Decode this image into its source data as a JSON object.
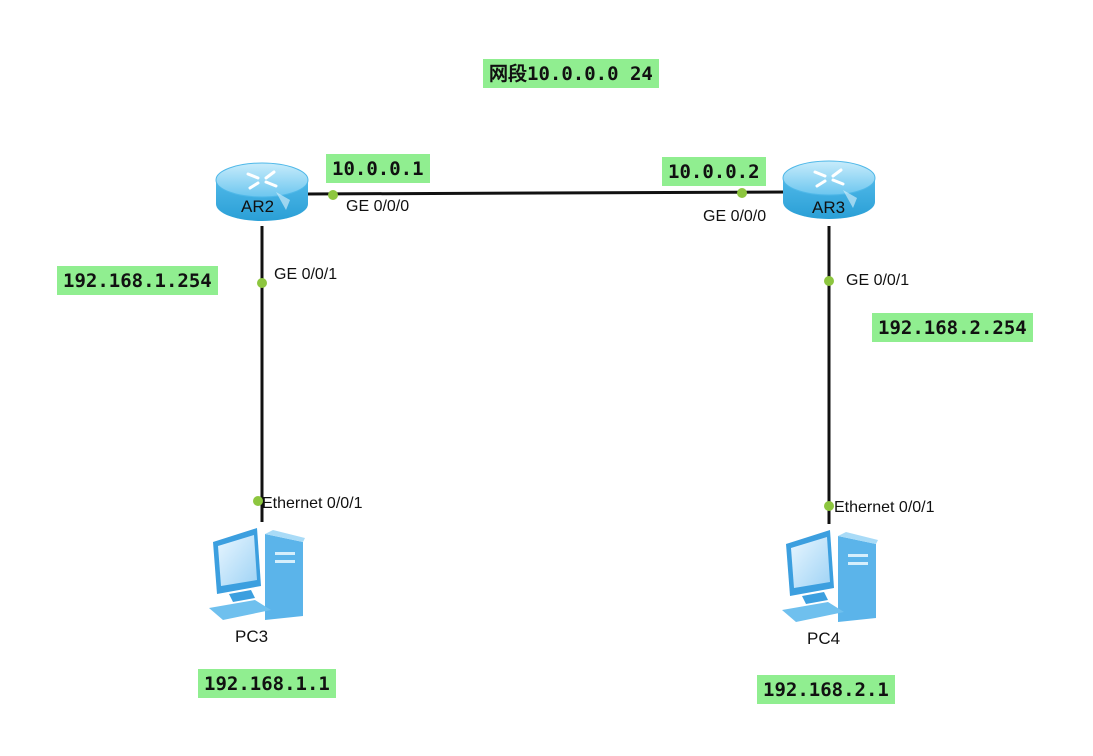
{
  "segment_label": "网段10.0.0.0 24",
  "colors": {
    "tag_bg": "#90ee90",
    "link": "#111111",
    "port_dot": "#8dc63f",
    "router": "#39aede",
    "pc": "#4aa8e6"
  },
  "devices": {
    "ar2": {
      "name": "AR2",
      "icon": "router-icon"
    },
    "ar3": {
      "name": "AR3",
      "icon": "router-icon"
    },
    "pc3": {
      "name": "PC3",
      "icon": "pc-icon"
    },
    "pc4": {
      "name": "PC4",
      "icon": "pc-icon"
    }
  },
  "ports": {
    "ar2_ge000": "GE 0/0/0",
    "ar3_ge000": "GE 0/0/0",
    "ar2_ge001": "GE 0/0/1",
    "ar3_ge001": "GE 0/0/1",
    "pc3_eth": "Ethernet 0/0/1",
    "pc4_eth": "Ethernet 0/0/1"
  },
  "addresses": {
    "ar2_ge000": "10.0.0.1",
    "ar3_ge000": "10.0.0.2",
    "ar2_ge001": "192.168.1.254",
    "ar3_ge001": "192.168.2.254",
    "pc3": "192.168.1.1",
    "pc4": "192.168.2.1"
  }
}
